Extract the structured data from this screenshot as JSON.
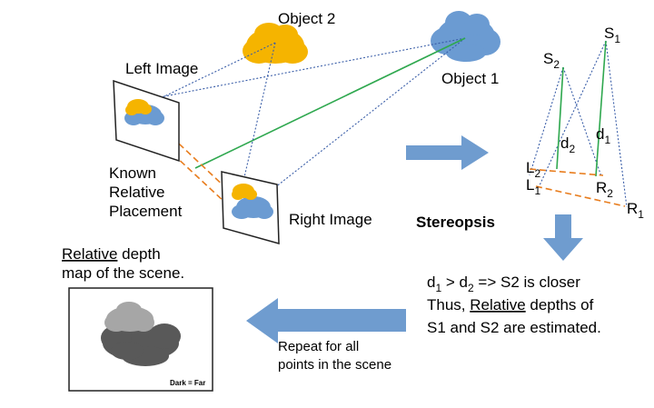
{
  "labels": {
    "object2": "Object 2",
    "object1": "Object 1",
    "left_image": "Left Image",
    "right_image": "Right Image",
    "known_line1": "Known",
    "known_line2": "Relative",
    "known_line3": "Placement",
    "stereopsis": "Stereopsis",
    "repeat_line1": "Repeat for all",
    "repeat_line2": "points in the scene",
    "depth_map_title_underlined": "Relative",
    "depth_map_title_rest": " depth",
    "depth_map_title_line2": "map of the scene.",
    "dark_far": "Dark = Far"
  },
  "geometry_labels": {
    "S": "S",
    "L": "L",
    "R": "R",
    "d": "d",
    "sub1": "1",
    "sub2": "2"
  },
  "conclusion": {
    "line1_d": "d",
    "line1_sub1": "1",
    "line1_gt": " > d",
    "line1_sub2": "2",
    "line1_rest": " => S2 is closer",
    "line2_pre": "Thus, ",
    "line2_underlined": "Relative",
    "line2_post": " depths of",
    "line3": "S1 and S2 are estimated."
  },
  "colors": {
    "cloud_blue": "#6b9bd2",
    "cloud_orange": "#f5b400",
    "arrow_blue": "#6f9ccf",
    "ray_blue": "#3a5ea8",
    "ray_green": "#2fa84f",
    "dash_orange": "#e87d1e",
    "map_light": "#a6a6a6",
    "map_dark": "#595959"
  }
}
